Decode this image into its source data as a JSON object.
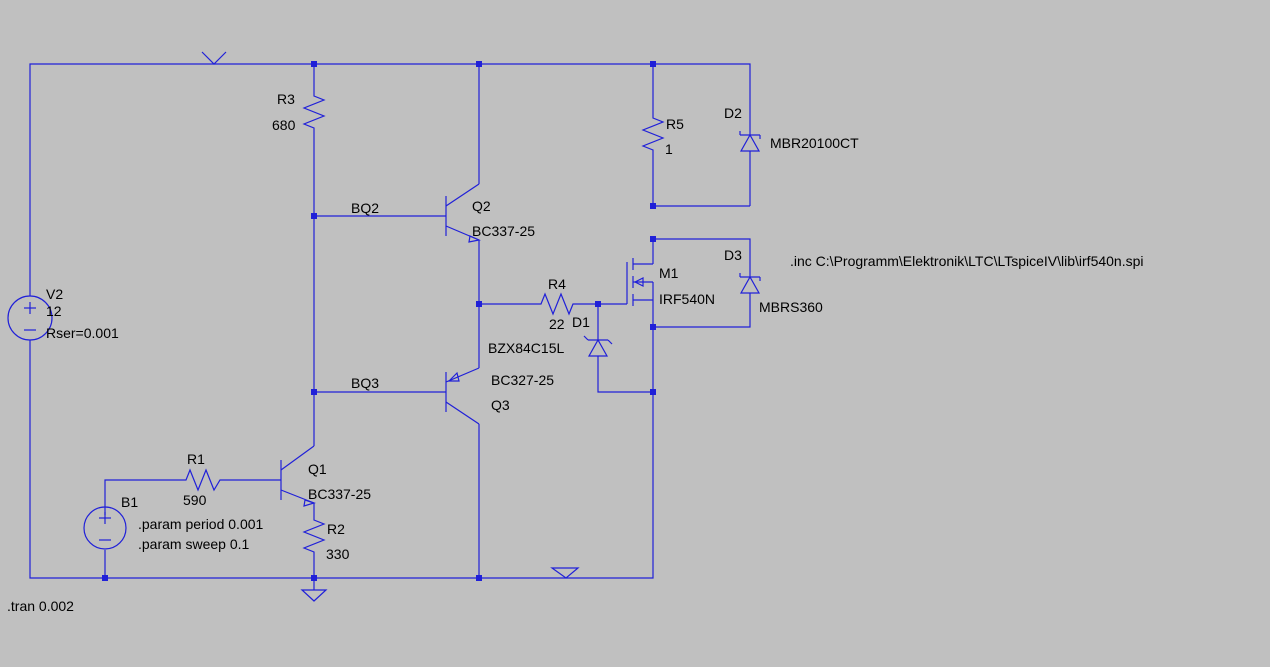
{
  "colors": {
    "background": "#c0c0c0",
    "wire": "#2020d8",
    "text": "#000000"
  },
  "labels": {
    "r3_name": "R3",
    "r3_value": "680",
    "r5_name": "R5",
    "r5_value": "1",
    "d2_name": "D2",
    "d2_value": "MBR20100CT",
    "d3_name": "D3",
    "d3_value": "MBRS360",
    "include_directive": ".inc C:\\Programm\\Elektronik\\LTC\\LTspiceIV\\lib\\irf540n.spi",
    "bq2_label": "BQ2",
    "q2_name": "Q2",
    "q2_value": "BC337-25",
    "m1_name": "M1",
    "m1_value": "IRF540N",
    "r4_name": "R4",
    "r4_value": "22",
    "d1_name": "D1",
    "d1_value": "BZX84C15L",
    "v2_name": "V2",
    "v2_value": "12",
    "v2_param": "Rser=0.001",
    "bq3_label": "BQ3",
    "q3_value": "BC327-25",
    "q3_name": "Q3",
    "r1_name": "R1",
    "r1_value": "590",
    "q1_name": "Q1",
    "q1_value": "BC337-25",
    "b1_name": "B1",
    "param_period": ".param period 0.001",
    "param_sweep": ".param sweep 0.1",
    "r2_name": "R2",
    "r2_value": "330",
    "tran_directive": ".tran 0.002"
  }
}
